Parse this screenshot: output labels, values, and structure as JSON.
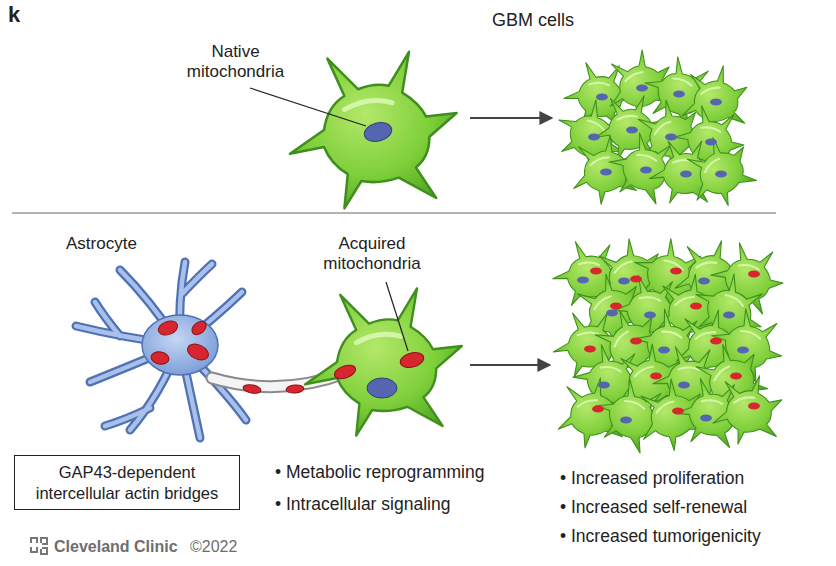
{
  "diagram": {
    "nodes": [
      {
        "text": [
          "GAP43-dependent intercellular actin bridges"
        ]
      }
    ],
    "labels": [
      "k",
      "GBM cells",
      "Native mitochondria",
      "Astrocyte",
      "Acquired mitochondria",
      "• Metabolic reprogramming",
      "• Intracellular signaling",
      "• Increased proliferation",
      "• Increased self-renewal",
      "• Increased tumorigenicity",
      "Cleveland Clinic",
      "©2022"
    ]
  }
}
